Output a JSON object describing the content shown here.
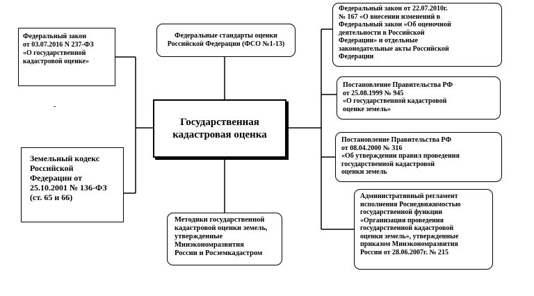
{
  "diagram": {
    "center": {
      "line1": "Государственная",
      "line2": "кадастровая оценка"
    },
    "fso": {
      "line1": "Федеральные стандарты оценки",
      "line2": "Российской Федерации (ФСО №1-13)"
    },
    "law_237": {
      "line1": "Федеральный закон",
      "line2": "от 03.07.2016 N 237-ФЗ",
      "line3": "«О государственной",
      "line4": "кадастровой оценке»"
    },
    "land_code": {
      "line1": "Земельный кодекс",
      "line2": "Российской",
      "line3": "Федерации от",
      "line4": "25.10.2001 № 136-ФЗ",
      "line5": "(ст. 65 и 66)"
    },
    "methods": {
      "line1": "Методики государственной",
      "line2": "кадастровой оценки земель,",
      "line3": "утвержденные",
      "line4": "Минэкономразвития",
      "line5": "России и Росземкадастром"
    },
    "law_167": {
      "line1": "Федеральный закон от 22.07.2010г.",
      "line2": "№ 167 «О внесении изменений в",
      "line3": "Федеральный закон «Об оценочной",
      "line4": "деятельности в Российской",
      "line5": "Федерации» и отдельные",
      "line6": "законодательные акты Российской",
      "line7": "Федерации"
    },
    "decree_945": {
      "line1": "Постановление Правительства РФ",
      "line2": "от 25.08.1999 № 945",
      "line3": "«О государственной кадастровой",
      "line4": "оценке земель»"
    },
    "decree_316": {
      "line1": "Постановление Правительства РФ",
      "line2": "от 08.04.2000 № 316",
      "line3": "«Об утверждении правил проведения",
      "line4": "государственной кадастровой",
      "line5": "оценки земель"
    },
    "regulation": {
      "line1": "Административный регламент",
      "line2": "исполнения Роснедвижимостью",
      "line3": "государственной функции",
      "line4": "«Организация проведения",
      "line5": "государственной кадастровой",
      "line6": "оценки земель», утвержденные",
      "line7": "приказом Минэкономразвития",
      "line8": "России от 28.06.2007г. № 215"
    },
    "stray_mark": "-"
  }
}
